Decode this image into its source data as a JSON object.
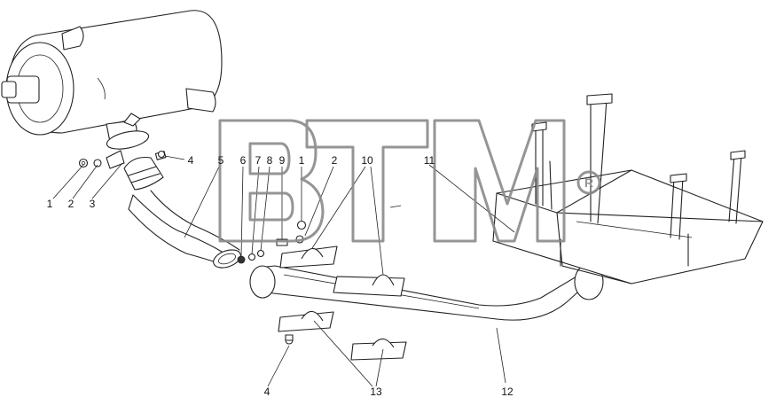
{
  "callouts": [
    {
      "id": "c1a",
      "label": "1"
    },
    {
      "id": "c2a",
      "label": "2"
    },
    {
      "id": "c3",
      "label": "3"
    },
    {
      "id": "c4a",
      "label": "4"
    },
    {
      "id": "c5",
      "label": "5"
    },
    {
      "id": "c6",
      "label": "6"
    },
    {
      "id": "c7",
      "label": "7"
    },
    {
      "id": "c8",
      "label": "8"
    },
    {
      "id": "c9",
      "label": "9"
    },
    {
      "id": "c1b",
      "label": "1"
    },
    {
      "id": "c2b",
      "label": "2"
    },
    {
      "id": "c10",
      "label": "10"
    },
    {
      "id": "c11",
      "label": "11"
    },
    {
      "id": "c12",
      "label": "12"
    },
    {
      "id": "c13",
      "label": "13"
    },
    {
      "id": "c4b",
      "label": "4"
    }
  ],
  "watermark": {
    "registered_mark": "R"
  }
}
